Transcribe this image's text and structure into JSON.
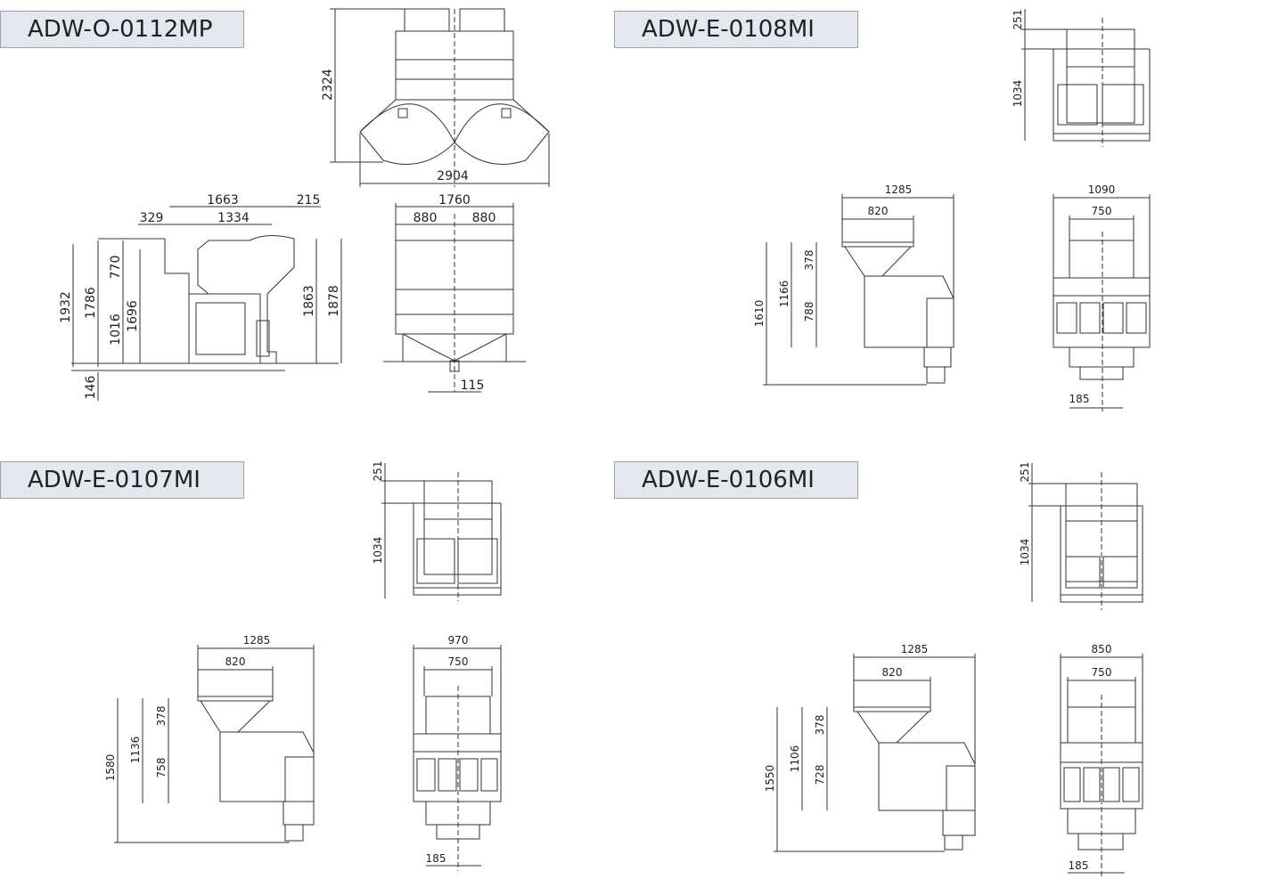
{
  "models": [
    {
      "id": "ADW-O-0112MP",
      "plan_dims": [
        "2324",
        "2904"
      ],
      "side_dims": [
        "1663",
        "215",
        "329",
        "1334",
        "1932",
        "1786",
        "770",
        "1016",
        "1696",
        "1863",
        "1878",
        "146"
      ],
      "front_dims": [
        "1760",
        "880",
        "880",
        "115"
      ]
    },
    {
      "id": "ADW-E-0108MI",
      "plan_dims": [
        "251",
        "1034"
      ],
      "side_dims": [
        "1285",
        "820",
        "1610",
        "1166",
        "378",
        "788"
      ],
      "front_dims": [
        "1090",
        "750",
        "185"
      ]
    },
    {
      "id": "ADW-E-0107MI",
      "plan_dims": [
        "251",
        "1034"
      ],
      "side_dims": [
        "1285",
        "820",
        "1580",
        "1136",
        "378",
        "758"
      ],
      "front_dims": [
        "970",
        "750",
        "185"
      ]
    },
    {
      "id": "ADW-E-0106MI",
      "plan_dims": [
        "251",
        "1034"
      ],
      "side_dims": [
        "1285",
        "820",
        "1550",
        "1106",
        "378",
        "728"
      ],
      "front_dims": [
        "850",
        "750",
        "185"
      ]
    }
  ]
}
